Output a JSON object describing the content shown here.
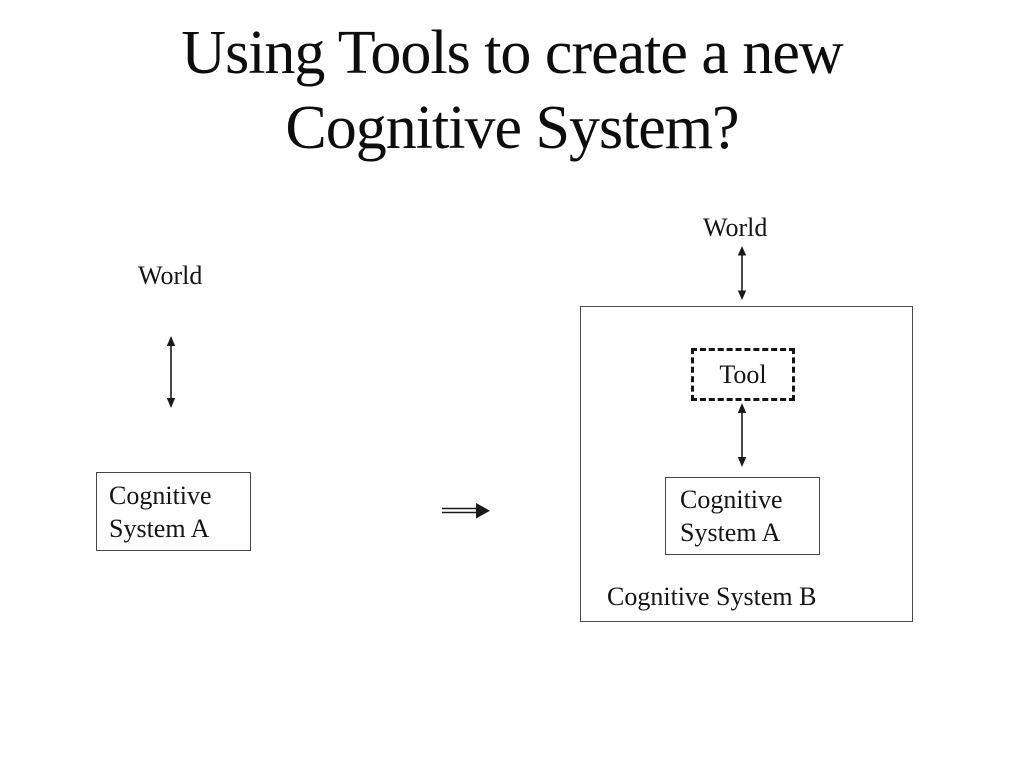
{
  "title": {
    "line1": "Using Tools to create a new",
    "line2": "Cognitive System?"
  },
  "left": {
    "world_label": "World",
    "system_a_label": "Cognitive System A"
  },
  "right": {
    "world_label": "World",
    "tool_label": "Tool",
    "system_a_label": "Cognitive System A",
    "system_b_label": "Cognitive System B"
  },
  "colors": {
    "background": "#ffffff",
    "text": "#141414",
    "box_border": "#454545",
    "arrow": "#1a1a1a"
  }
}
